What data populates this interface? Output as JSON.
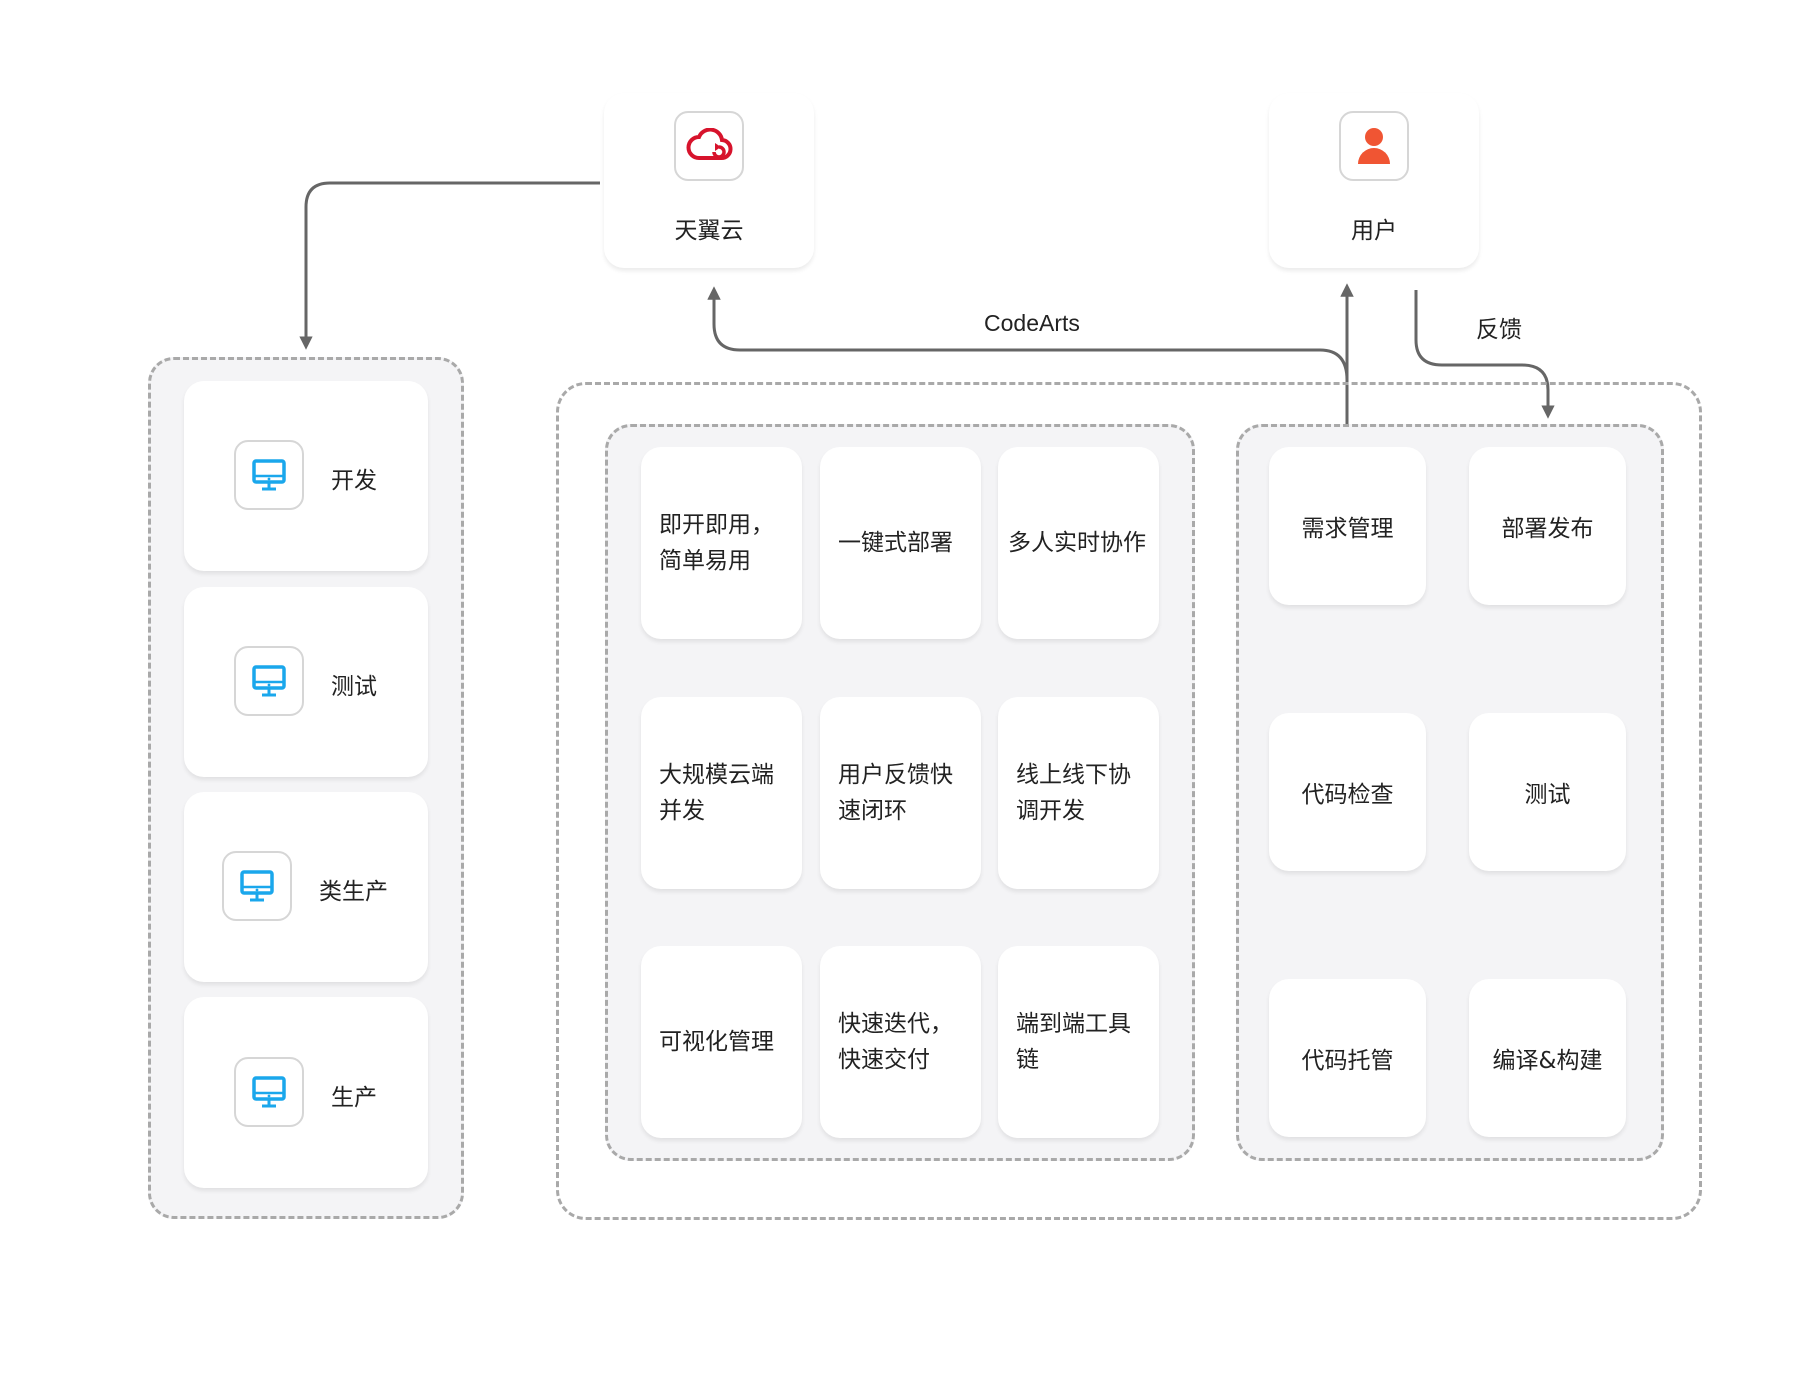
{
  "top_nodes": {
    "tianyi": {
      "label": "天翼云",
      "icon": "cloud-sync-icon",
      "icon_color": "#d7132c"
    },
    "user": {
      "label": "用户",
      "icon": "user-icon",
      "icon_color": "#f05533"
    }
  },
  "edge_labels": {
    "codearts": "CodeArts",
    "feedback": "反馈"
  },
  "environments": [
    {
      "label": "开发",
      "icon": "monitor-icon"
    },
    {
      "label": "测试",
      "icon": "monitor-icon"
    },
    {
      "label": "类生产",
      "icon": "monitor-icon"
    },
    {
      "label": "生产",
      "icon": "monitor-icon"
    }
  ],
  "features": [
    {
      "line1": "即开即用，",
      "line2": "简单易用"
    },
    {
      "line1": "一键式部署",
      "line2": ""
    },
    {
      "line1": "多人实时协作",
      "line2": ""
    },
    {
      "line1": "大规模云端",
      "line2": "并发"
    },
    {
      "line1": "用户反馈快",
      "line2": "速闭环"
    },
    {
      "line1": "线上线下协",
      "line2": "调开发"
    },
    {
      "line1": "可视化管理",
      "line2": ""
    },
    {
      "line1": "快速迭代，",
      "line2": "快速交付"
    },
    {
      "line1": "端到端工具",
      "line2": "链"
    }
  ],
  "pipeline": {
    "requirements": "需求管理",
    "deploy": "部署发布",
    "code_check": "代码检查",
    "test": "测试",
    "code_hosting": "代码托管",
    "build": "编译&构建"
  },
  "colors": {
    "monitor_icon": "#1aa7ec",
    "arrow": "#666666",
    "dashed_border": "#a9a9a9",
    "panel_bg": "#f4f4f6"
  }
}
